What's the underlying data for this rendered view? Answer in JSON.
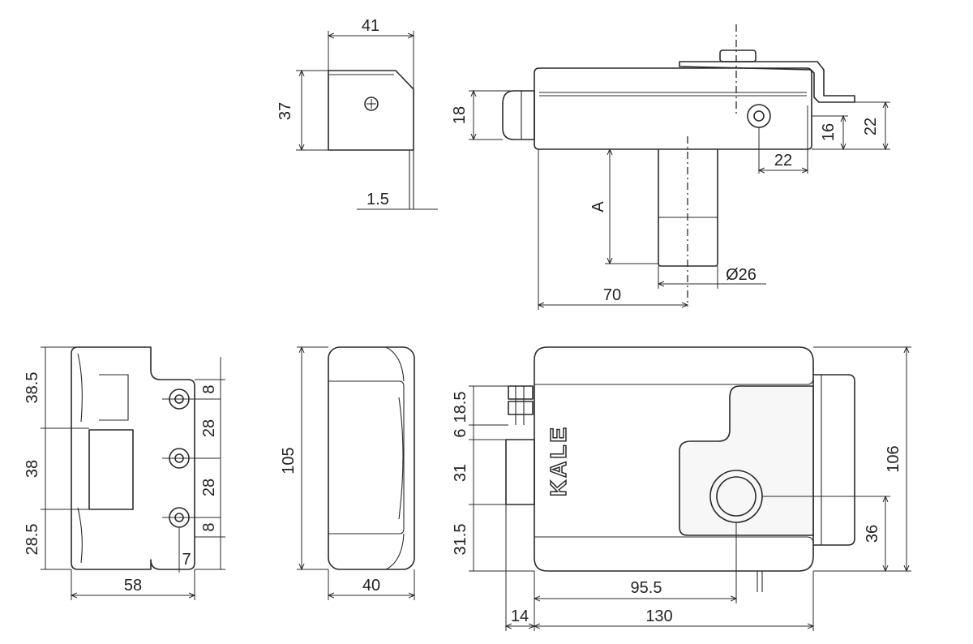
{
  "brand": "KALE",
  "dimensions": {
    "side_width": "41",
    "side_height": "37",
    "plate_thickness": "1.5",
    "top_depth": "18",
    "mount_offset": "22",
    "mount_height": "16",
    "bracket_height": "22",
    "bolt_length": "A",
    "bolt_diameter": "Ø26",
    "bolt_position": "70",
    "strike_top": "38.5",
    "strike_middle": "38",
    "strike_bottom": "28.5",
    "strike_hole_top": "8",
    "strike_pitch_1": "28",
    "strike_pitch_2": "28",
    "strike_hole_bottom": "8",
    "strike_edge": "7",
    "strike_width": "58",
    "body_height": "105",
    "body_depth": "40",
    "front_top": "18.5",
    "front_gap": "6",
    "front_bolt": "31",
    "front_bottom": "31.5",
    "front_total_height": "106",
    "cylinder_height": "36",
    "cylinder_position": "95.5",
    "front_offset": "14",
    "front_width": "130"
  }
}
